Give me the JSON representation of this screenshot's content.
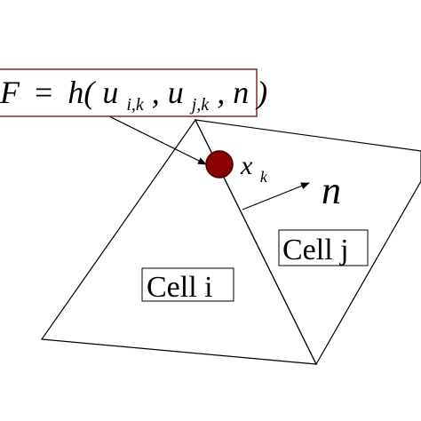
{
  "formula": {
    "lhs": "F",
    "eq": "=",
    "fn": "h(",
    "u1": "u",
    "u1_sub": "i,k",
    "comma1": ",",
    "u2": "u",
    "u2_sub": "j,k",
    "comma2": ",",
    "n": "n",
    "close": ")"
  },
  "point_label": {
    "base": "x",
    "sub": "k"
  },
  "normal_label": "n",
  "cells": {
    "left": "Cell i",
    "right": "Cell j"
  },
  "colors": {
    "line": "#000000",
    "formula_border": "#7a2a2a",
    "point_fill": "#8b0000",
    "point_stroke": "#3a0000",
    "background": "#ffffff"
  }
}
